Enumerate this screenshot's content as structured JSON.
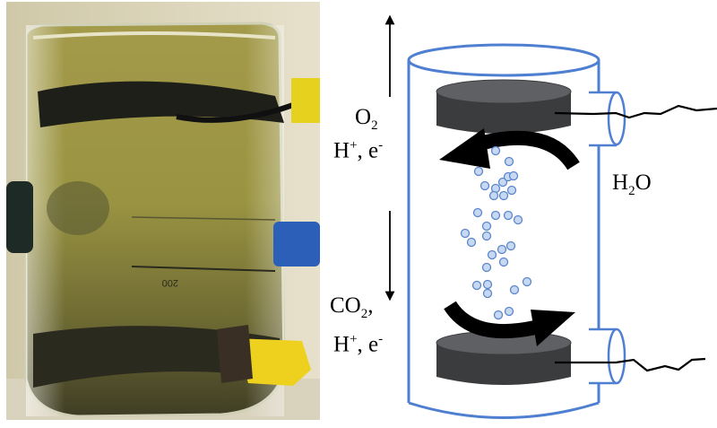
{
  "labels": {
    "o2_main": "O",
    "o2_sub": "2",
    "top_ions_h": "H",
    "top_ions_plus": "+",
    "top_ions_e": ", e",
    "top_ions_minus": "-",
    "h2o_h": "H",
    "h2o_sub": "2",
    "h2o_o": "O",
    "co2_main": "CO",
    "co2_sub": "2",
    "co2_comma": ",",
    "bottom_ions_h": "H",
    "bottom_ions_plus": "+",
    "bottom_ions_e": ", e",
    "bottom_ions_minus": "-"
  },
  "photo": {
    "beaker_mark": "200"
  },
  "colors": {
    "cell_outline": "#4f7fd1",
    "electrode_top": "#5f6063",
    "electrode_side": "#3b3c3e",
    "bubble_fill": "#c7d8f3",
    "bubble_stroke": "#5b86cc",
    "arrow": "#000000"
  }
}
